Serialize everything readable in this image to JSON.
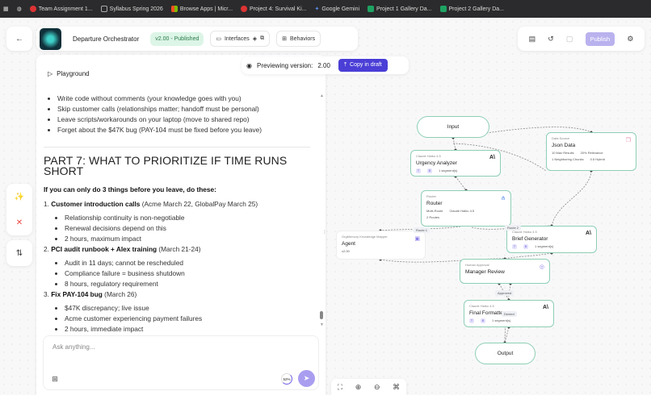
{
  "bookmarks": [
    {
      "label": "Team Assignment 1...",
      "color": "#d33"
    },
    {
      "label": "Syllabus Spring 2026",
      "color": "#aaa"
    },
    {
      "label": "Browse Apps | Micr...",
      "color": "#f25022"
    },
    {
      "label": "Project 4: Survival Ki...",
      "color": "#d33"
    },
    {
      "label": "Google Gemini",
      "color": "#5a8dee"
    },
    {
      "label": "Project 1 Gallery Da...",
      "color": "#1ea362"
    },
    {
      "label": "Project 2 Gallery Da...",
      "color": "#1ea362"
    }
  ],
  "header": {
    "app_title": "Departure Orchestrator",
    "version_badge": "v2.00 - Published",
    "interfaces_label": "Interfaces",
    "behaviors_label": "Behaviors",
    "publish_label": "Publish",
    "accent": "#4a3ed6",
    "publish_color": "#b9b2ee"
  },
  "preview": {
    "label": "Previewing version:",
    "version": "2.00",
    "copy_label": "Copy in draft"
  },
  "playground": {
    "label": "Playground"
  },
  "chat": {
    "bullets_top": [
      "Write code without comments (your knowledge goes with you)",
      "Skip customer calls (relationships matter; handoff must be personal)",
      "Leave scripts/workarounds on your laptop (move to shared repo)",
      "Forget about the $47K bug (PAY-104 must be fixed before you leave)"
    ],
    "heading": "PART 7: WHAT TO PRIORITIZE IF TIME RUNS SHORT",
    "intro": "If you can only do 3 things before you leave, do these:",
    "items": [
      {
        "num": "1.",
        "bold": "Customer introduction calls",
        "rest": " (Acme March 22, GlobalPay March 25)",
        "subs": [
          "Relationship continuity is non-negotiable",
          "Renewal decisions depend on this",
          "2 hours, maximum impact"
        ]
      },
      {
        "num": "2.",
        "bold": "PCI audit runbook + Alex training",
        "rest": " (March 21-24)",
        "subs": [
          "Audit in 11 days; cannot be rescheduled",
          "Compliance failure = business shutdown",
          "8 hours, regulatory requirement"
        ]
      },
      {
        "num": "3.",
        "bold": "Fix PAY-104 bug",
        "rest": " (March 26)",
        "subs": [
          "$47K discrepancy; live issue",
          "Acme customer experiencing payment failures",
          "2 hours, immediate impact"
        ]
      }
    ],
    "input_placeholder": "Ask anything...",
    "context_usage": "52%",
    "context_fraction": 0.52
  },
  "flow": {
    "input": "Input",
    "output": "Output",
    "json": {
      "kind": "Data Source",
      "title": "Json Data",
      "m1": "10 Max Results",
      "m2": "20% Relevance",
      "m3": "1 Neighboring Chunks",
      "m4": "0.5 Hybrid"
    },
    "urgency": {
      "kind": "Claude Haiku 4.5",
      "title": "Urgency Analyzer",
      "seg": "1 segment(s)"
    },
    "router": {
      "kind": "Router",
      "title": "Router",
      "m1": "Multi-Route",
      "m2": "Claude Haiku 4.5",
      "m3": "2 Routes"
    },
    "agent": {
      "kind": "OrgMemory Knowledge Mapper",
      "title": "Agent",
      "ver": "v2.00"
    },
    "brief": {
      "kind": "Claude Haiku 4.5",
      "title": "Brief Generator",
      "seg": "1 segment(s)"
    },
    "manager": {
      "kind": "Human Approval",
      "title": "Manager Review"
    },
    "final": {
      "kind": "Claude Haiku 4.5",
      "title": "Final Formatter",
      "seg": "1 segment(s)"
    },
    "route1": "Route 1",
    "route2": "Route 2",
    "approved": "Approved",
    "denied": "Denied",
    "chip_t": "T",
    "chip_b": "B"
  }
}
